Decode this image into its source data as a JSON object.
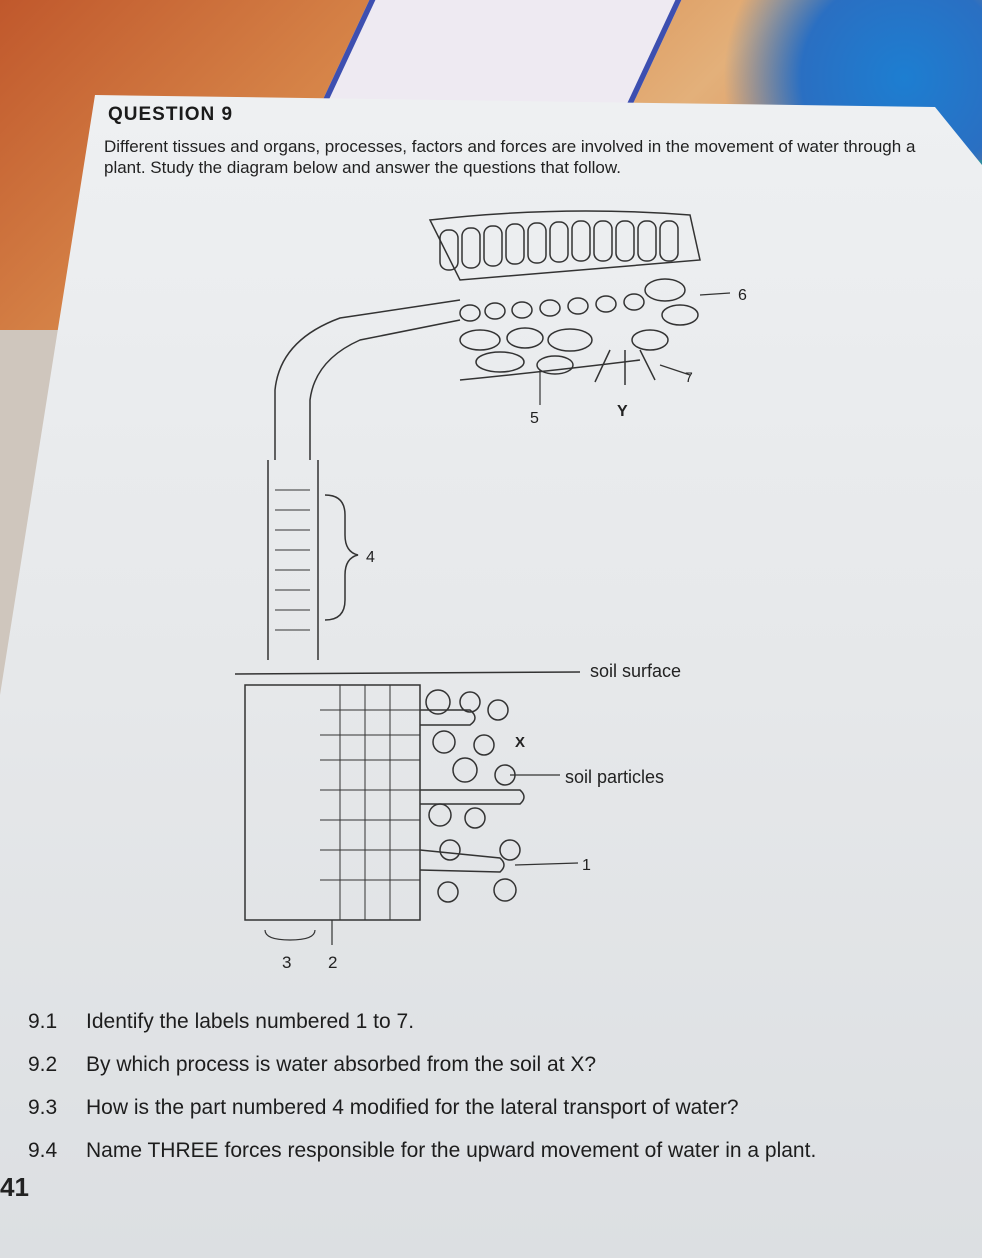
{
  "question": {
    "title": "QUESTION 9",
    "intro": "Different tissues and organs, processes, factors and forces are involved in the movement of water through a plant. Study the diagram below and answer the questions that follow."
  },
  "diagram": {
    "labels": {
      "six": "6",
      "seven": "7",
      "five": "5",
      "y": "Y",
      "four": "4",
      "soil_surface": "soil surface",
      "x": "X",
      "soil_particles": "soil particles",
      "one": "1",
      "three": "3",
      "two": "2"
    }
  },
  "questions": [
    {
      "number": "9.1",
      "text": "Identify the labels numbered 1 to 7."
    },
    {
      "number": "9.2",
      "text": "By which process is water absorbed from the soil at X?"
    },
    {
      "number": "9.3",
      "text": "How is the part numbered 4 modified for the lateral transport of water?"
    },
    {
      "number": "9.4",
      "text": "Name THREE forces responsible for the upward movement of water in a plant."
    }
  ],
  "page_number": "41"
}
